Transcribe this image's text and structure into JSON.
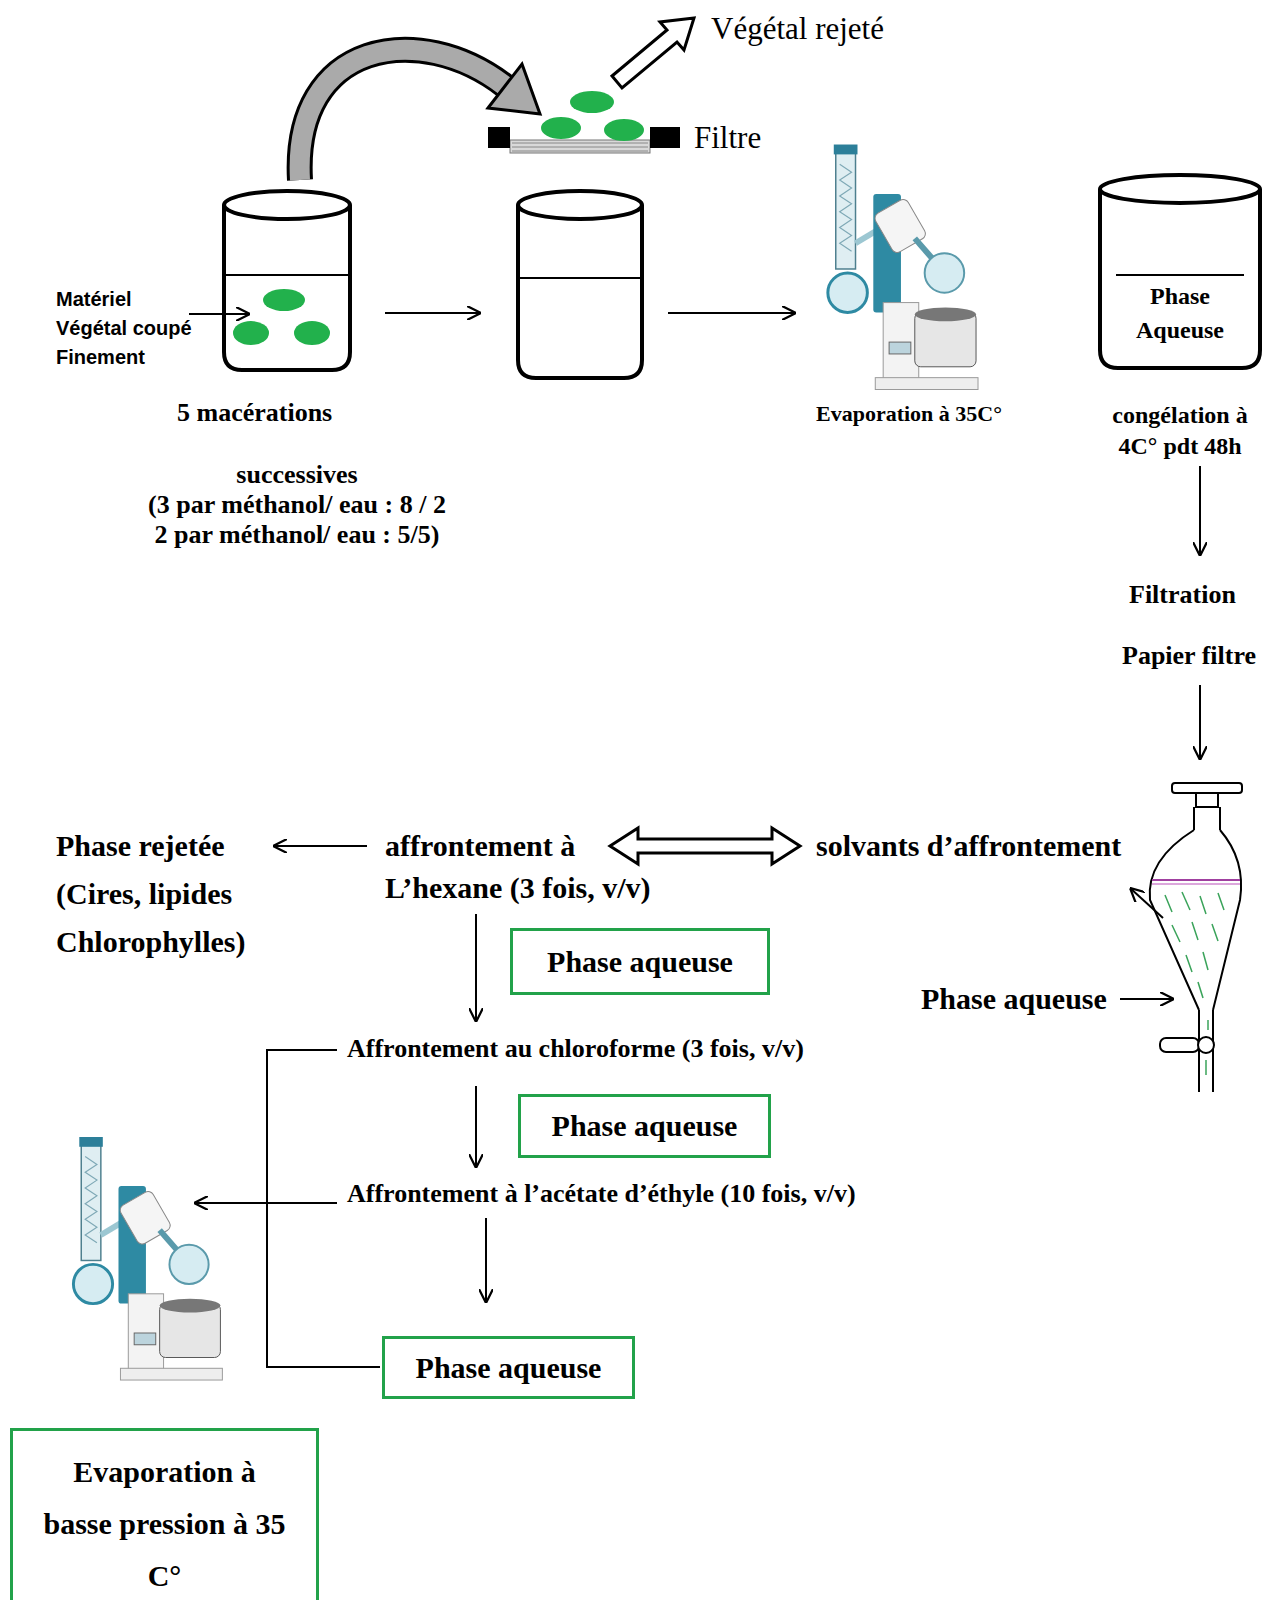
{
  "diagram": {
    "nodes": [
      {
        "text": [
          "Phase Aqueuse"
        ]
      },
      {
        "text": [
          "Phase aqueuse"
        ]
      },
      {
        "text": [
          "Phase aqueuse"
        ]
      },
      {
        "text": [
          "Phase aqueuse"
        ]
      },
      {
        "text": [
          "Evaporation à basse pression à 35 C°"
        ]
      }
    ],
    "labels": [
      "Végétal rejeté",
      "Filtre",
      "Matériel Végétal coupé Finement",
      "5 macérations",
      "successives",
      "(3 par méthanol/ eau : 8 / 2 2 par méthanol/ eau : 5/5)",
      "Evaporation à 35C°",
      "congélation à 4C° pdt 48h",
      "Filtration",
      "Papier filtre",
      "Phase rejetée (Cires, lipides Chlorophylles)",
      "affrontement à L’hexane (3 fois, v/v)",
      "solvants d’affrontement",
      "Phase aqueuse",
      "Affrontement au chloroforme (3 fois, v/v)",
      "Affrontement à l’acétate d’éthyle (10 fois, v/v)"
    ]
  }
}
